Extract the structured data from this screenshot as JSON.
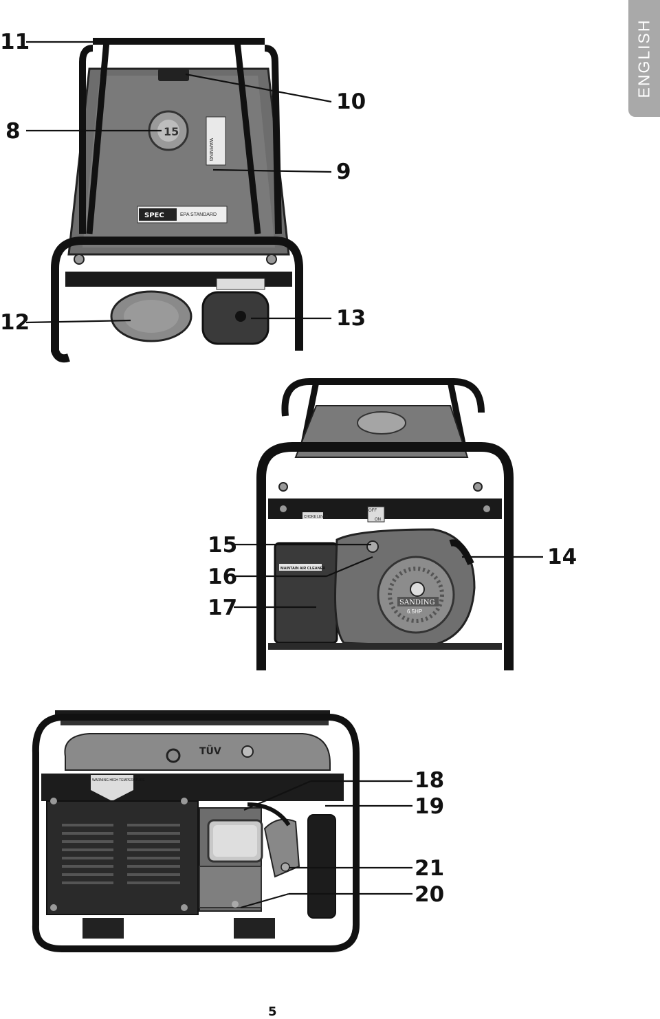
{
  "language_tab": "ENGLISH",
  "page_number": "5",
  "figure_top": {
    "callouts": {
      "c11": "11",
      "c10": "10",
      "c8": "8",
      "c9": "9",
      "c12": "12",
      "c13": "13"
    },
    "labels": {
      "tank_badge": "15",
      "warning": "WARNING",
      "spec_logo": "SPEC",
      "standard": "EPA STANDARD"
    }
  },
  "figure_middle": {
    "callouts": {
      "c15": "15",
      "c16": "16",
      "c17": "17",
      "c14": "14"
    },
    "labels": {
      "air_cleaner": "MAINTAIN AIR CLEANER",
      "brand": "SANDING",
      "power": "6.5HP",
      "off": "OFF",
      "on": "ON",
      "choke": "CHOKE LEVER"
    }
  },
  "figure_bottom": {
    "callouts": {
      "c18": "18",
      "c19": "19",
      "c21": "21",
      "c20": "20"
    },
    "labels": {
      "tuv": "TÜV",
      "warning_temp": "WARNING HIGH TEMPERATURE"
    }
  }
}
